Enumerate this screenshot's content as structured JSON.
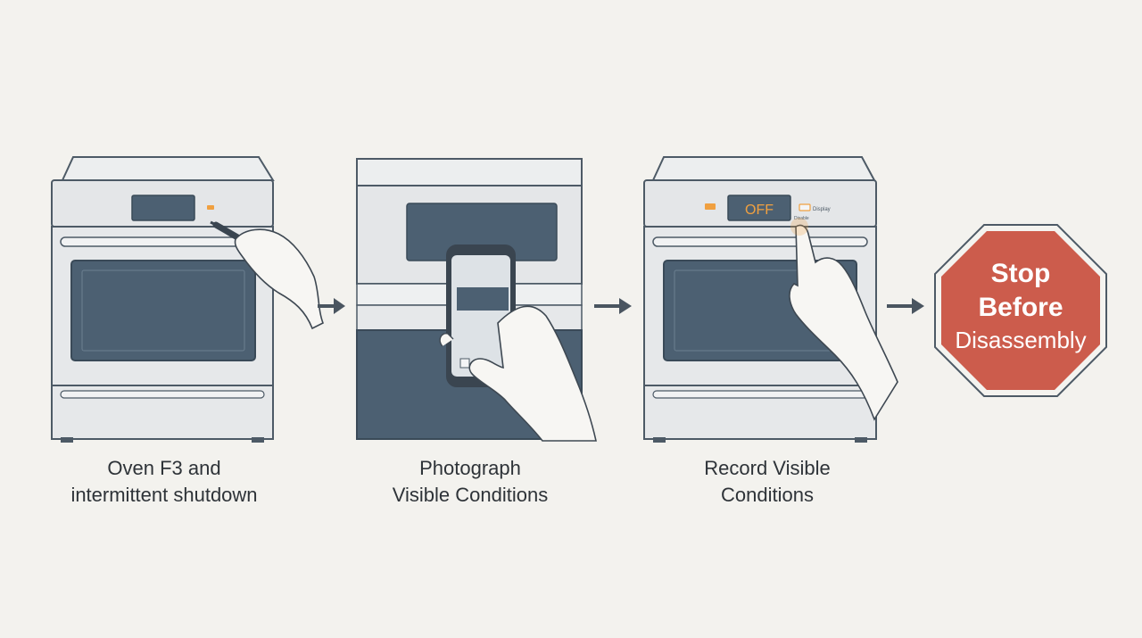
{
  "steps": [
    {
      "line1": "Oven F3 and",
      "line2": "intermittent shutdown"
    },
    {
      "line1": "Photograph",
      "line2": "Visible Conditions"
    },
    {
      "line1": "Record Visible",
      "line2": "Conditions"
    }
  ],
  "oven3_display": "OFF",
  "oven3_side_label_top": "Display",
  "oven3_side_label_bottom": "Disable",
  "stop_sign": {
    "line1": "Stop",
    "line2": "Before",
    "line3": "Disassembly"
  },
  "colors": {
    "background": "#f3f2ee",
    "oven_body": "#e6e8ea",
    "outline": "#4d5a66",
    "window": "#4c6072",
    "indicator": "#f0a040",
    "stop_fill": "#cc5c4c",
    "arrow": "#4a5560"
  },
  "icons": [
    "oven-icon",
    "pen-icon",
    "hand-icon",
    "phone-icon",
    "pointing-finger-icon",
    "arrow-right-icon",
    "stop-sign-icon"
  ]
}
